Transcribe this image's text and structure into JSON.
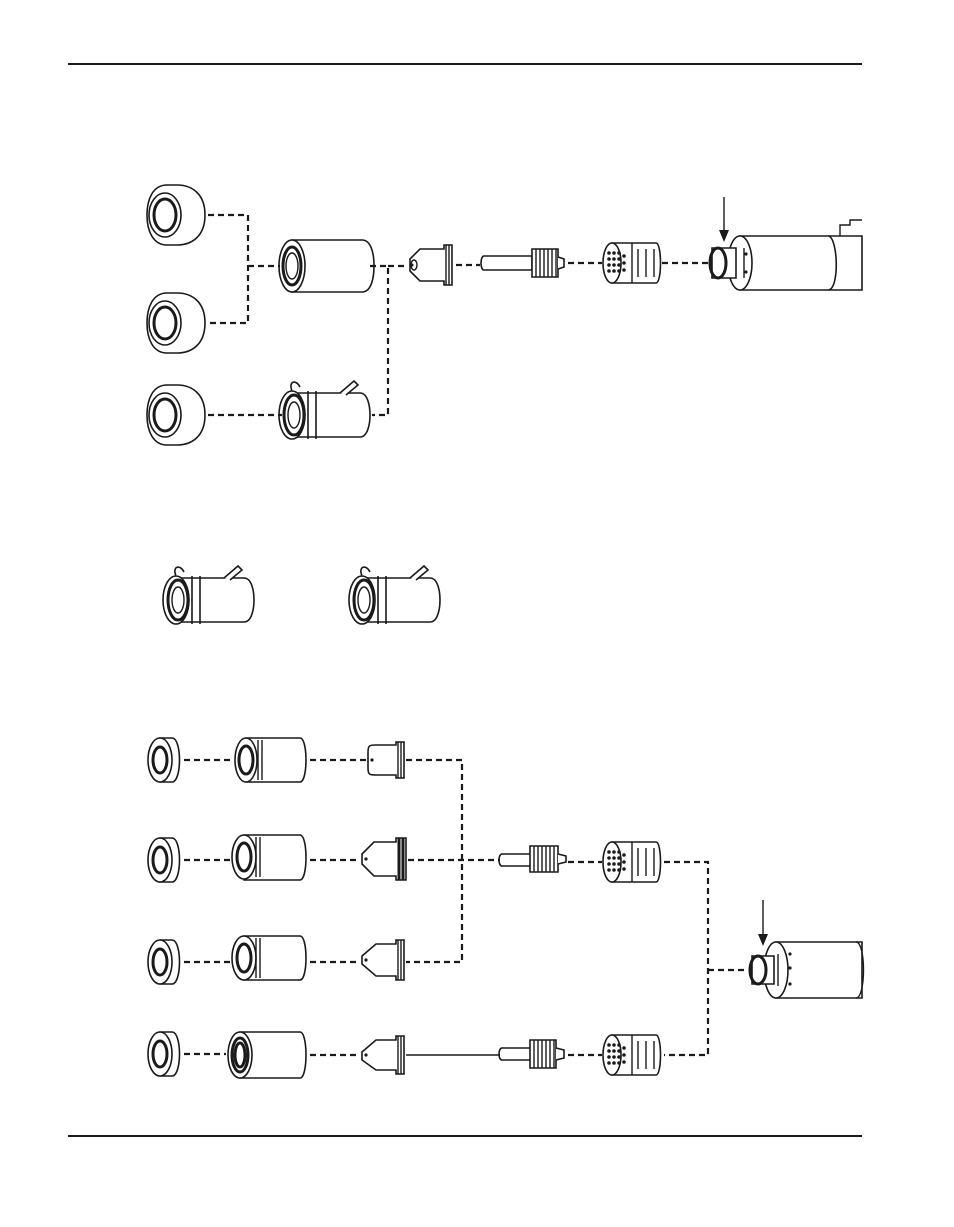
{
  "page": {
    "title": "",
    "figure_captions": []
  },
  "diagram": {
    "sections": [
      {
        "id": "assembly-1",
        "rows": 3
      },
      {
        "id": "optional-parts",
        "rows": 1
      },
      {
        "id": "assembly-2",
        "rows": 4
      }
    ],
    "labels": []
  },
  "colors": {
    "ink": "#1a1a1a",
    "faint": "#9a9a9a",
    "paper": "#ffffff"
  }
}
